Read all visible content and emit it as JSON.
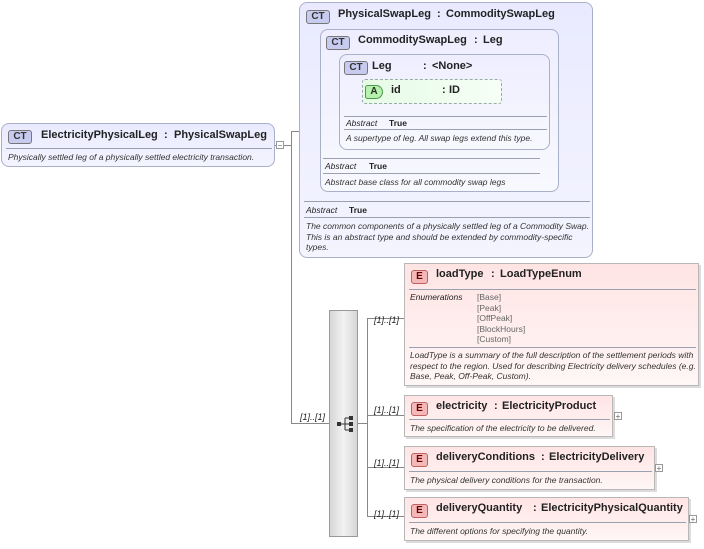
{
  "root": {
    "badge": "CT",
    "name": "ElectricityPhysicalLeg",
    "sep": ":",
    "type": "PhysicalSwapLeg",
    "desc": "Physically settled leg of a physically settled electricity transaction."
  },
  "physicalSwapLeg": {
    "badge": "CT",
    "name": "PhysicalSwapLeg",
    "sep": ":",
    "type": "CommoditySwapLeg",
    "abstract_key": "Abstract",
    "abstract_val": "True",
    "desc": "The common components of a physically settled leg of a Commodity Swap. This is an abstract type and should be extended by commodity-specific types."
  },
  "commoditySwapLeg": {
    "badge": "CT",
    "name": "CommoditySwapLeg",
    "sep": ":",
    "type": "Leg",
    "abstract_key": "Abstract",
    "abstract_val": "True",
    "desc": "Abstract base class for all commodity swap legs"
  },
  "leg": {
    "badge": "CT",
    "name": "Leg",
    "sep": ":",
    "type": "<None>",
    "abstract_key": "Abstract",
    "abstract_val": "True",
    "desc": "A supertype of leg. All swap legs extend this type."
  },
  "attr_id": {
    "badge": "A",
    "name": "id",
    "sep": ":",
    "type": "ID"
  },
  "sequence": {
    "multiplicity": "[1]..[1]"
  },
  "elements": [
    {
      "badge": "E",
      "name": "loadType",
      "sep": ":",
      "type": "LoadTypeEnum",
      "multiplicity": "[1]..[1]",
      "enum_label": "Enumerations",
      "enums": [
        "[Base]",
        "[Peak]",
        "[OffPeak]",
        "[BlockHours]",
        "[Custom]"
      ],
      "desc": "LoadType is a summary of the full description of the settlement periods with respect to the region. Used for describing Electricity delivery schedules (e.g. Base, Peak, Off-Peak, Custom)."
    },
    {
      "badge": "E",
      "name": "electricity",
      "sep": ":",
      "type": "ElectricityProduct",
      "multiplicity": "[1]..[1]",
      "desc": "The specification of the electricity to be delivered."
    },
    {
      "badge": "E",
      "name": "deliveryConditions",
      "sep": ":",
      "type": "ElectricityDelivery",
      "multiplicity": "[1]..[1]",
      "desc": "The physical delivery conditions for the transaction."
    },
    {
      "badge": "E",
      "name": "deliveryQuantity",
      "sep": ":",
      "type": "ElectricityPhysicalQuantity",
      "multiplicity": "[1]..[1]",
      "desc": "The different options for specifying the quantity."
    }
  ]
}
